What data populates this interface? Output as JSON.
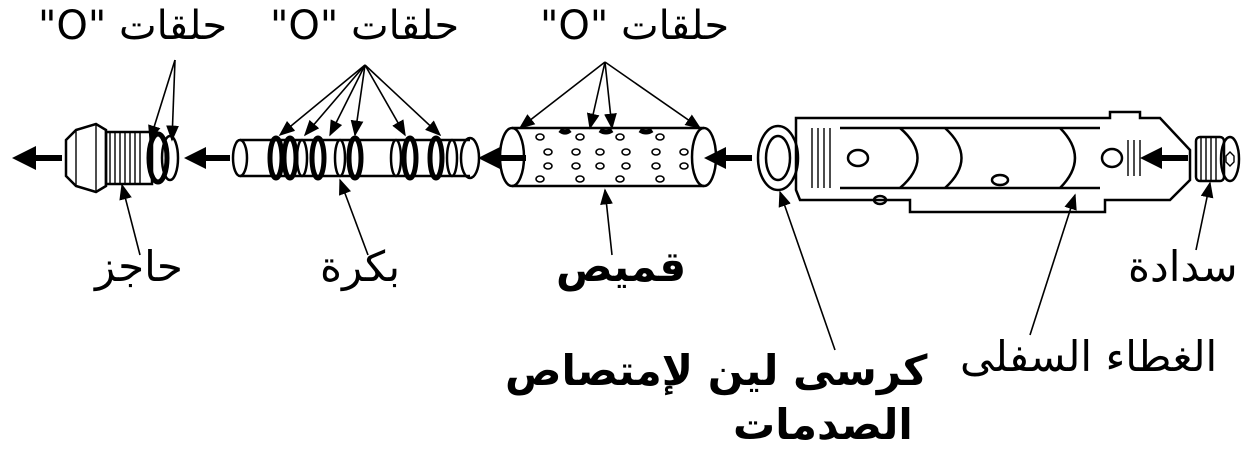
{
  "labels": {
    "oring_left": "حلقات \"O\"",
    "oring_mid": "حلقات \"O\"",
    "oring_right": "حلقات \"O\"",
    "retainer": "حاجز",
    "spool": "بكرة",
    "sleeve": "قميص",
    "plug": "سدادة",
    "lower_housing": "الغطاء السفلى",
    "seat_line1": "كرسى لين لإمتصاص",
    "seat_line2": "الصدمات"
  },
  "colors": {
    "line": "#000000",
    "background": "#ffffff"
  },
  "icons": [
    "arrow-left-icon",
    "leader-arrow-icon"
  ]
}
